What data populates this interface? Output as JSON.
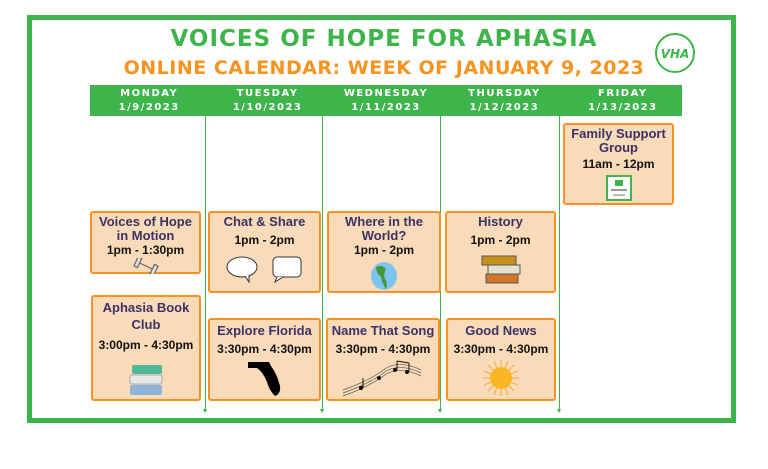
{
  "title": "VOICES OF HOPE FOR APHASIA",
  "subtitle": "ONLINE CALENDAR: WEEK OF JANUARY 9, 2023",
  "logo_text": "VHA",
  "colors": {
    "green": "#3db54a",
    "orange": "#f7931e",
    "card_bg": "#f9dbb9",
    "title_text": "#3b3163"
  },
  "days": [
    {
      "name": "MONDAY",
      "date": "1/9/2023"
    },
    {
      "name": "TUESDAY",
      "date": "1/10/2023"
    },
    {
      "name": "WEDNESDAY",
      "date": "1/11/2023"
    },
    {
      "name": "THURSDAY",
      "date": "1/12/2023"
    },
    {
      "name": "FRIDAY",
      "date": "1/13/2023"
    }
  ],
  "events": [
    {
      "title": "Family Support Group",
      "time": "11am - 12pm",
      "icon": "flyer-icon"
    },
    {
      "title": "Voices of Hope in Motion",
      "time": "1pm - 1:30pm",
      "icon": "dumbbell-icon"
    },
    {
      "title": "Chat & Share",
      "time": "1pm - 2pm",
      "icon": "speech-bubbles-icon"
    },
    {
      "title": "Where in the World?",
      "time": "1pm - 2pm",
      "icon": "globe-icon"
    },
    {
      "title": "History",
      "time": "1pm - 2pm",
      "icon": "books-icon"
    },
    {
      "title": "Aphasia Book Club",
      "time": "3:00pm - 4:30pm",
      "icon": "books-stack-icon"
    },
    {
      "title": "Explore Florida",
      "time": "3:30pm - 4:30pm",
      "icon": "florida-icon"
    },
    {
      "title": "Name That Song",
      "time": "3:30pm - 4:30pm",
      "icon": "music-notes-icon"
    },
    {
      "title": "Good News",
      "time": "3:30pm - 4:30pm",
      "icon": "sun-icon"
    }
  ]
}
